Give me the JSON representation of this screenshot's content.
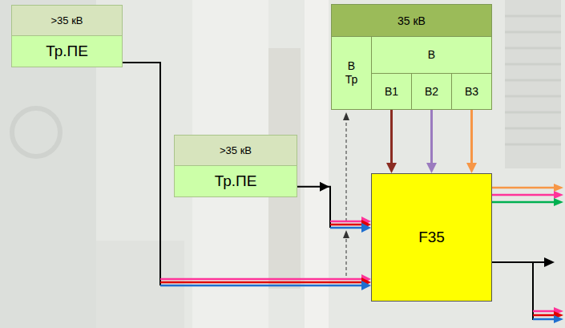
{
  "diagram": {
    "nodes": [
      {
        "text": [
          ">35 кВ",
          "Тр.ПЕ"
        ]
      },
      {
        "text": [
          ">35 кВ",
          "Тр.ПЕ"
        ]
      },
      {
        "text": [
          "35 кВ"
        ]
      },
      {
        "text": [
          "В Тр"
        ],
        "in": 2
      },
      {
        "text": [
          "В"
        ],
        "in": 2
      },
      {
        "text": [
          "В1"
        ],
        "in": 4
      },
      {
        "text": [
          "В2"
        ],
        "in": 4
      },
      {
        "text": [
          "В3"
        ],
        "in": 4
      },
      {
        "text": [
          "F35"
        ]
      }
    ],
    "edges": [
      {
        "from": 0,
        "to": 8,
        "arrow": "to"
      },
      {
        "from": 1,
        "to": 8,
        "arrow": "to"
      },
      {
        "from": 5,
        "to": 8,
        "arrow": "to"
      },
      {
        "from": 6,
        "to": 8,
        "arrow": "to"
      },
      {
        "from": 7,
        "to": 8,
        "arrow": "to"
      }
    ]
  }
}
